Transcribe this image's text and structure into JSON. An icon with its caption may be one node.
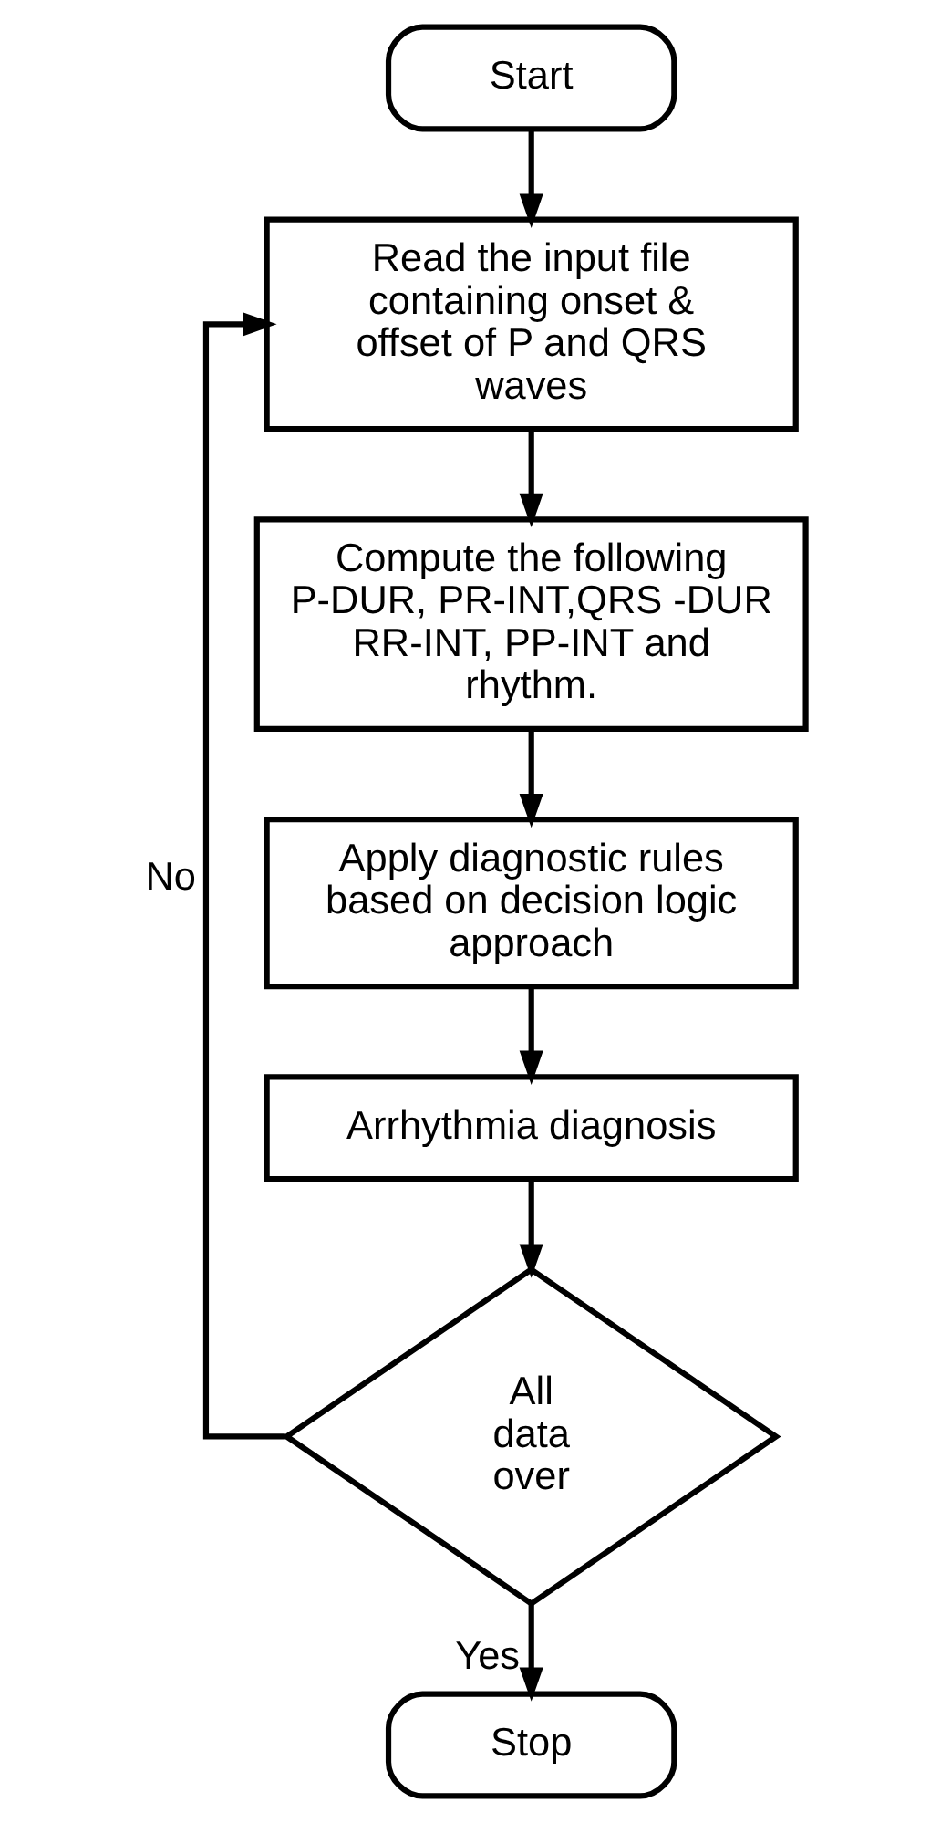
{
  "diagram": {
    "nodes": [
      {
        "text": [
          "Start"
        ]
      },
      {
        "text": [
          "Read the input file containing onset & offset of P and QRS waves"
        ]
      },
      {
        "text": [
          "Compute the following P-DUR, PR-INT,QRS -DUR RR-INT, PP-INT and rhythm."
        ]
      },
      {
        "text": [
          "Apply diagnostic rules based on decision logic approach"
        ]
      },
      {
        "text": [
          "Arrhythmia diagnosis"
        ]
      },
      {
        "text": [
          "All data over"
        ]
      },
      {
        "text": [
          "Stop"
        ]
      }
    ],
    "edges": [
      {
        "from": 0,
        "to": 1,
        "arrow": "to"
      },
      {
        "from": 1,
        "to": 2,
        "arrow": "to"
      },
      {
        "from": 2,
        "to": 3,
        "arrow": "to"
      },
      {
        "from": 3,
        "to": 4,
        "arrow": "to"
      },
      {
        "from": 4,
        "to": 5,
        "arrow": "to"
      },
      {
        "from": 5,
        "to": 1,
        "arrow": "to",
        "label": "No"
      },
      {
        "from": 5,
        "to": 6,
        "arrow": "to",
        "label": "Yes"
      }
    ]
  }
}
